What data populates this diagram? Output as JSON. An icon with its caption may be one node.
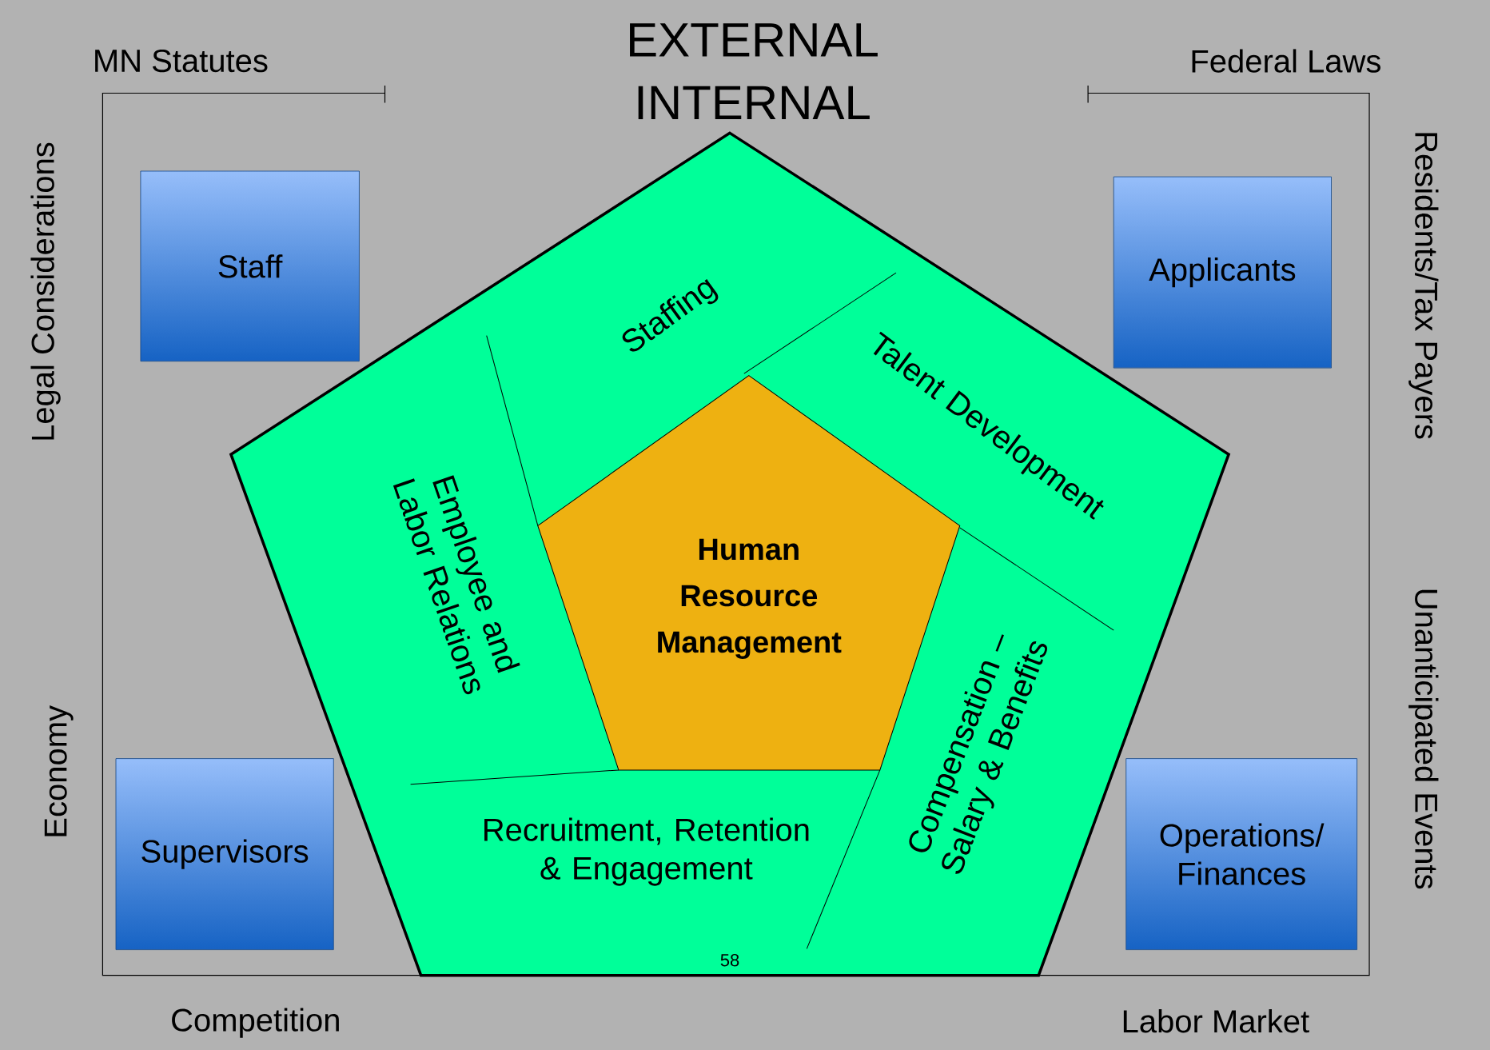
{
  "diagram": {
    "nodes": [
      {
        "text": [
          "Staff"
        ]
      },
      {
        "text": [
          "Applicants"
        ]
      },
      {
        "text": [
          "Staffing"
        ]
      },
      {
        "text": [
          "Talent Development"
        ]
      },
      {
        "text": [
          "Employee and Labor Relations"
        ]
      },
      {
        "text": [
          "Human Resource Management"
        ]
      },
      {
        "text": [
          "Compensation – Salary & Benefits"
        ]
      },
      {
        "text": [
          "Supervisors"
        ]
      },
      {
        "text": [
          "Recruitment, Retention & Engagement"
        ]
      },
      {
        "text": [
          "Operations/ Finances"
        ]
      }
    ],
    "labels": [
      "EXTERNAL",
      "MN Statutes",
      "Federal Laws",
      "INTERNAL",
      "Legal Considerations",
      "Residents/Tax Payers",
      "Economy",
      "Unanticipated Events",
      "58",
      "Competition",
      "Labor Market"
    ]
  }
}
